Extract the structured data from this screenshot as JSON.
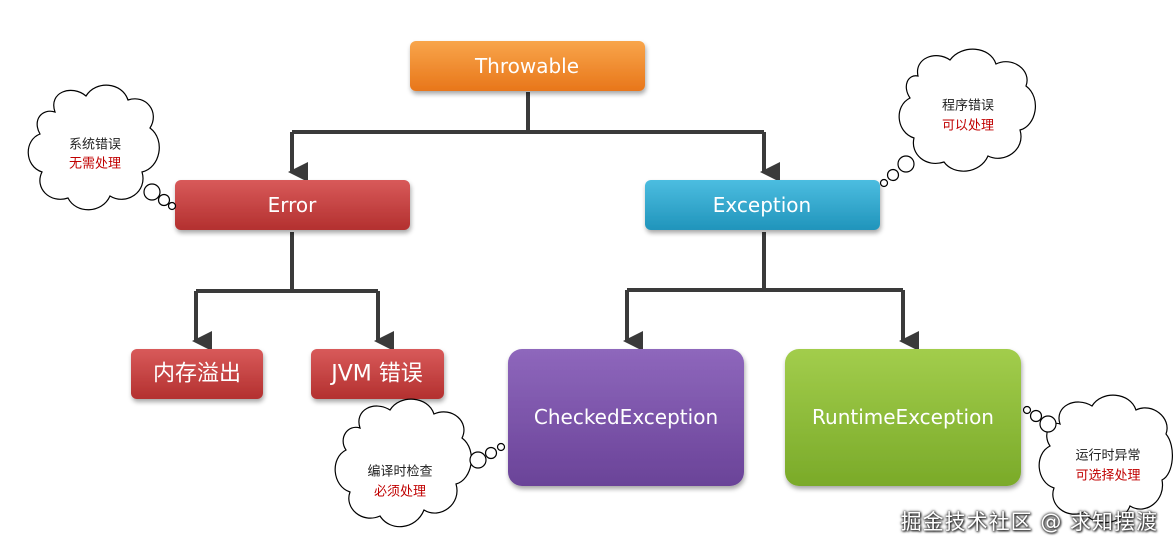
{
  "nodes": {
    "throwable": "Throwable",
    "error": "Error",
    "exception": "Exception",
    "memory_overflow": "内存溢出",
    "jvm_error": "JVM 错误",
    "checked_exception": "CheckedException",
    "runtime_exception": "RuntimeException"
  },
  "callouts": {
    "error_note": {
      "line1": "系统错误",
      "line2": "无需处理"
    },
    "exception_note": {
      "line1": "程序错误",
      "line2": "可以处理"
    },
    "checked_note": {
      "line1": "编译时检查",
      "line2": "必须处理"
    },
    "runtime_note": {
      "line1": "运行时异常",
      "line2": "可选择处理"
    }
  },
  "watermark": "掘金技术社区 @ 求知摆渡",
  "colors": {
    "throwable": "#f0811f",
    "error": "#c0393a",
    "exception": "#2fa6c9",
    "memory_overflow": "#c0393a",
    "jvm_error": "#c0393a",
    "checked_exception": "#7a51a8",
    "runtime_exception": "#8bbb35",
    "connector": "#3a3a3a",
    "note_emphasis": "#c00000"
  }
}
